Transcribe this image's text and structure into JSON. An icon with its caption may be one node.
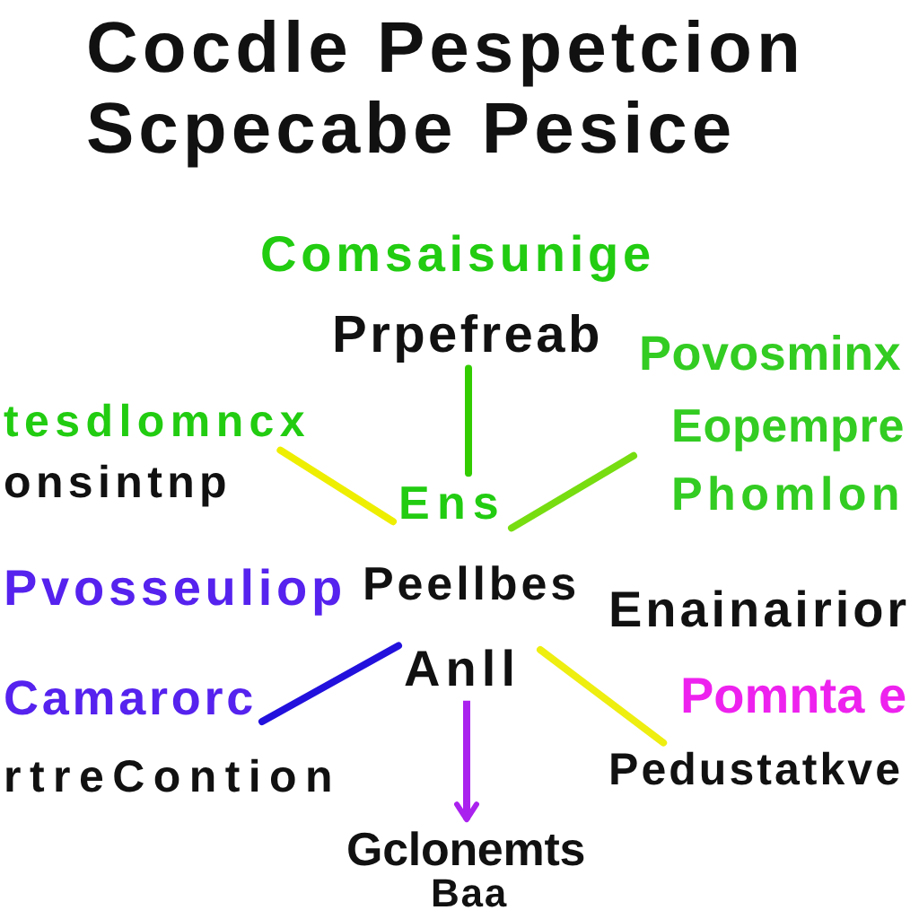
{
  "diagram": {
    "title": "Cocdle Pespetcion Scpecabe Pesice",
    "nodes": [
      {
        "text": [
          "Prpefreab"
        ]
      },
      {
        "text": [
          "Povosminx",
          "Eopempre",
          "Phomlon"
        ]
      },
      {
        "text": [
          "tesdlomncx"
        ]
      },
      {
        "text": [
          "Ens"
        ]
      },
      {
        "text": [
          "Anll"
        ]
      },
      {
        "text": [
          "Camarorc"
        ]
      },
      {
        "text": [
          "Pedustatkve"
        ]
      },
      {
        "text": [
          "Gclonemts",
          "Baa"
        ]
      }
    ],
    "edges": [
      {
        "from": 0,
        "to": 3,
        "arrow": "none",
        "color": "#33cc00"
      },
      {
        "from": 2,
        "to": 3,
        "arrow": "none",
        "color": "#eeee00"
      },
      {
        "from": 1,
        "to": 3,
        "arrow": "none",
        "color": "#77dd11"
      },
      {
        "from": 4,
        "to": 5,
        "arrow": "none",
        "color": "#2211dd"
      },
      {
        "from": 4,
        "to": 6,
        "arrow": "none",
        "color": "#eeee11"
      },
      {
        "from": 4,
        "to": 7,
        "arrow": "to",
        "color": "#aa22ee"
      }
    ],
    "labels": [
      "Comsaisunige",
      "onsintnp",
      "Pvosseuliop",
      "Peellbes",
      "Enainairior",
      "Pomnta e",
      "rtreContion"
    ]
  }
}
